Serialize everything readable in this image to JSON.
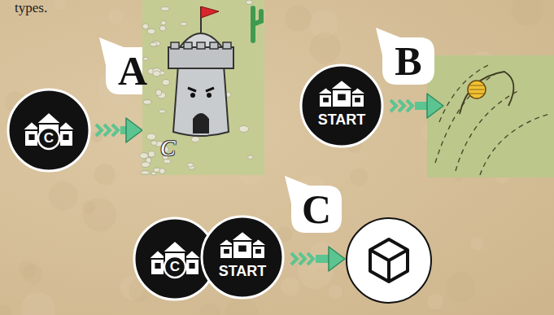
{
  "diagram": {
    "nodes": [
      {
        "text": [
          "A"
        ]
      },
      {
        "text": [
          "C"
        ]
      },
      {
        "text": [
          "C"
        ]
      },
      {
        "text": [
          "B"
        ]
      },
      {
        "text": [
          "START"
        ]
      },
      {
        "text": [
          "C"
        ]
      },
      {
        "text": [
          "C"
        ]
      },
      {
        "text": [
          "START"
        ]
      }
    ],
    "edges": [
      {
        "from": 1,
        "to": 2,
        "arrow": "to"
      }
    ],
    "labels": [
      "types."
    ]
  }
}
